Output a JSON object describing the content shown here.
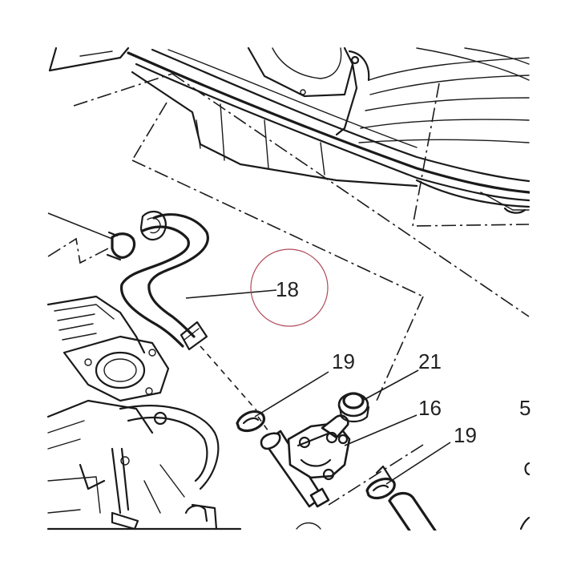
{
  "callouts": [
    {
      "id": "c18",
      "label": "18",
      "circled": true
    },
    {
      "id": "c19a",
      "label": "19",
      "circled": false
    },
    {
      "id": "c21",
      "label": "21",
      "circled": false
    },
    {
      "id": "c16",
      "label": "16",
      "circled": false
    },
    {
      "id": "c19b",
      "label": "19",
      "circled": false
    },
    {
      "id": "c5",
      "label": "5",
      "circled": false
    }
  ],
  "colors": {
    "ink": "#1a1a1a",
    "highlight_circle": "#b04a5a",
    "background": "#ffffff"
  }
}
